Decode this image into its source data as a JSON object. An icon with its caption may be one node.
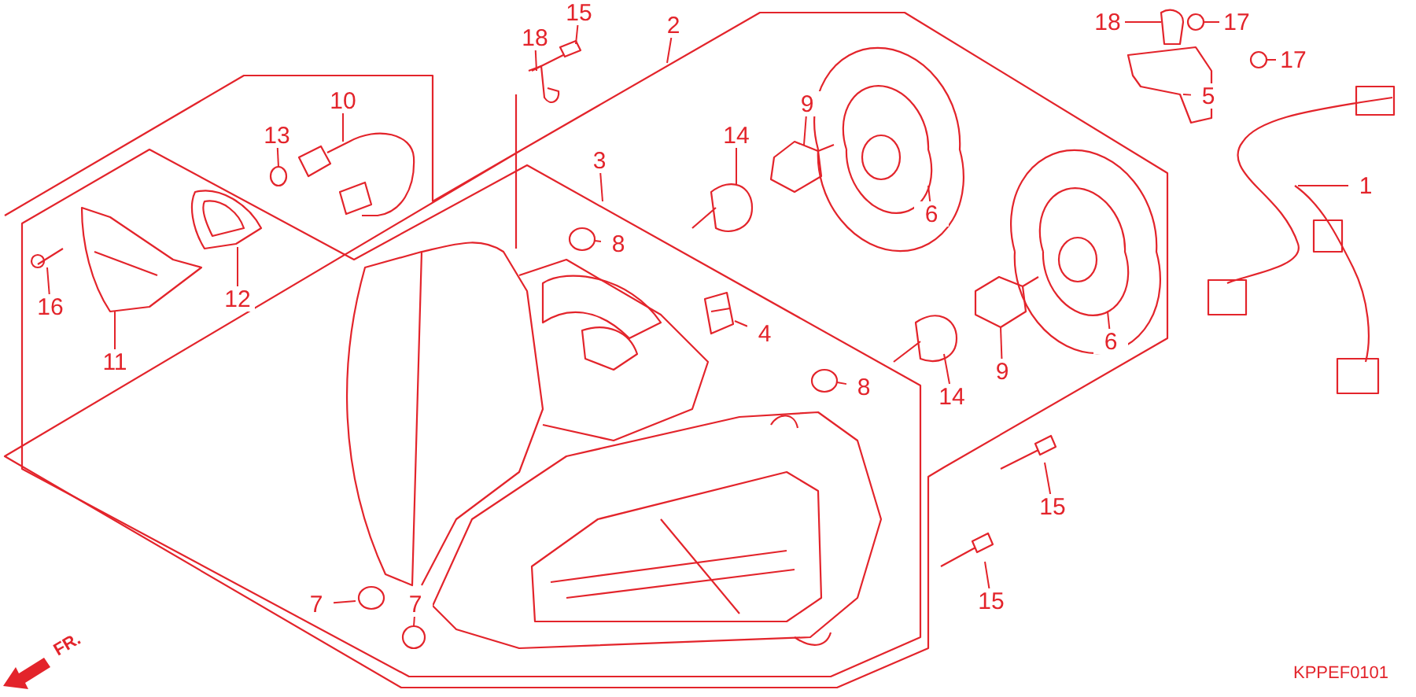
{
  "diagram": {
    "nodes": [
      {
        "text": [
          "15"
        ]
      },
      {
        "text": [
          "18"
        ]
      },
      {
        "text": [
          "2"
        ]
      },
      {
        "text": [
          "10"
        ]
      },
      {
        "text": [
          "13"
        ]
      },
      {
        "text": [
          "3"
        ]
      },
      {
        "text": [
          "16"
        ]
      },
      {
        "text": [
          "12"
        ]
      },
      {
        "text": [
          "11"
        ]
      },
      {
        "text": [
          "14"
        ]
      },
      {
        "text": [
          "9"
        ]
      },
      {
        "text": [
          "6"
        ]
      },
      {
        "text": [
          "8"
        ]
      },
      {
        "text": [
          "4"
        ]
      },
      {
        "text": [
          "14"
        ]
      },
      {
        "text": [
          "9"
        ]
      },
      {
        "text": [
          "6"
        ]
      },
      {
        "text": [
          "8"
        ]
      },
      {
        "text": [
          "18"
        ]
      },
      {
        "text": [
          "17"
        ]
      },
      {
        "text": [
          "17"
        ]
      },
      {
        "text": [
          "5"
        ]
      },
      {
        "text": [
          "1"
        ]
      },
      {
        "text": [
          "15"
        ]
      },
      {
        "text": [
          "15"
        ]
      },
      {
        "text": [
          "7"
        ]
      },
      {
        "text": [
          "7"
        ]
      }
    ],
    "edges": [
      {
        "from": 0,
        "to": null,
        "arrow": "none"
      },
      {
        "from": 1,
        "to": null,
        "arrow": "none"
      },
      {
        "from": 2,
        "to": null,
        "arrow": "none"
      },
      {
        "from": 3,
        "to": null,
        "arrow": "none"
      },
      {
        "from": 4,
        "to": null,
        "arrow": "none"
      },
      {
        "from": 5,
        "to": null,
        "arrow": "none"
      },
      {
        "from": 6,
        "to": null,
        "arrow": "none"
      },
      {
        "from": 7,
        "to": null,
        "arrow": "none"
      },
      {
        "from": 8,
        "to": null,
        "arrow": "none"
      },
      {
        "from": 9,
        "to": null,
        "arrow": "none"
      },
      {
        "from": 10,
        "to": null,
        "arrow": "none"
      },
      {
        "from": 11,
        "to": null,
        "arrow": "none"
      },
      {
        "from": 12,
        "to": null,
        "arrow": "none"
      },
      {
        "from": 13,
        "to": null,
        "arrow": "none"
      },
      {
        "from": 14,
        "to": null,
        "arrow": "none"
      },
      {
        "from": 15,
        "to": null,
        "arrow": "none"
      },
      {
        "from": 16,
        "to": null,
        "arrow": "none"
      },
      {
        "from": 17,
        "to": null,
        "arrow": "none"
      },
      {
        "from": 18,
        "to": null,
        "arrow": "none"
      },
      {
        "from": 19,
        "to": null,
        "arrow": "none"
      },
      {
        "from": 20,
        "to": null,
        "arrow": "none"
      },
      {
        "from": 21,
        "to": null,
        "arrow": "none"
      },
      {
        "from": 22,
        "to": null,
        "arrow": "none"
      },
      {
        "from": 23,
        "to": null,
        "arrow": "none"
      },
      {
        "from": 24,
        "to": null,
        "arrow": "none"
      },
      {
        "from": 25,
        "to": null,
        "arrow": "none"
      },
      {
        "from": 26,
        "to": null,
        "arrow": "none"
      }
    ],
    "labels": [
      "FR.",
      "KPPEF0101"
    ]
  }
}
